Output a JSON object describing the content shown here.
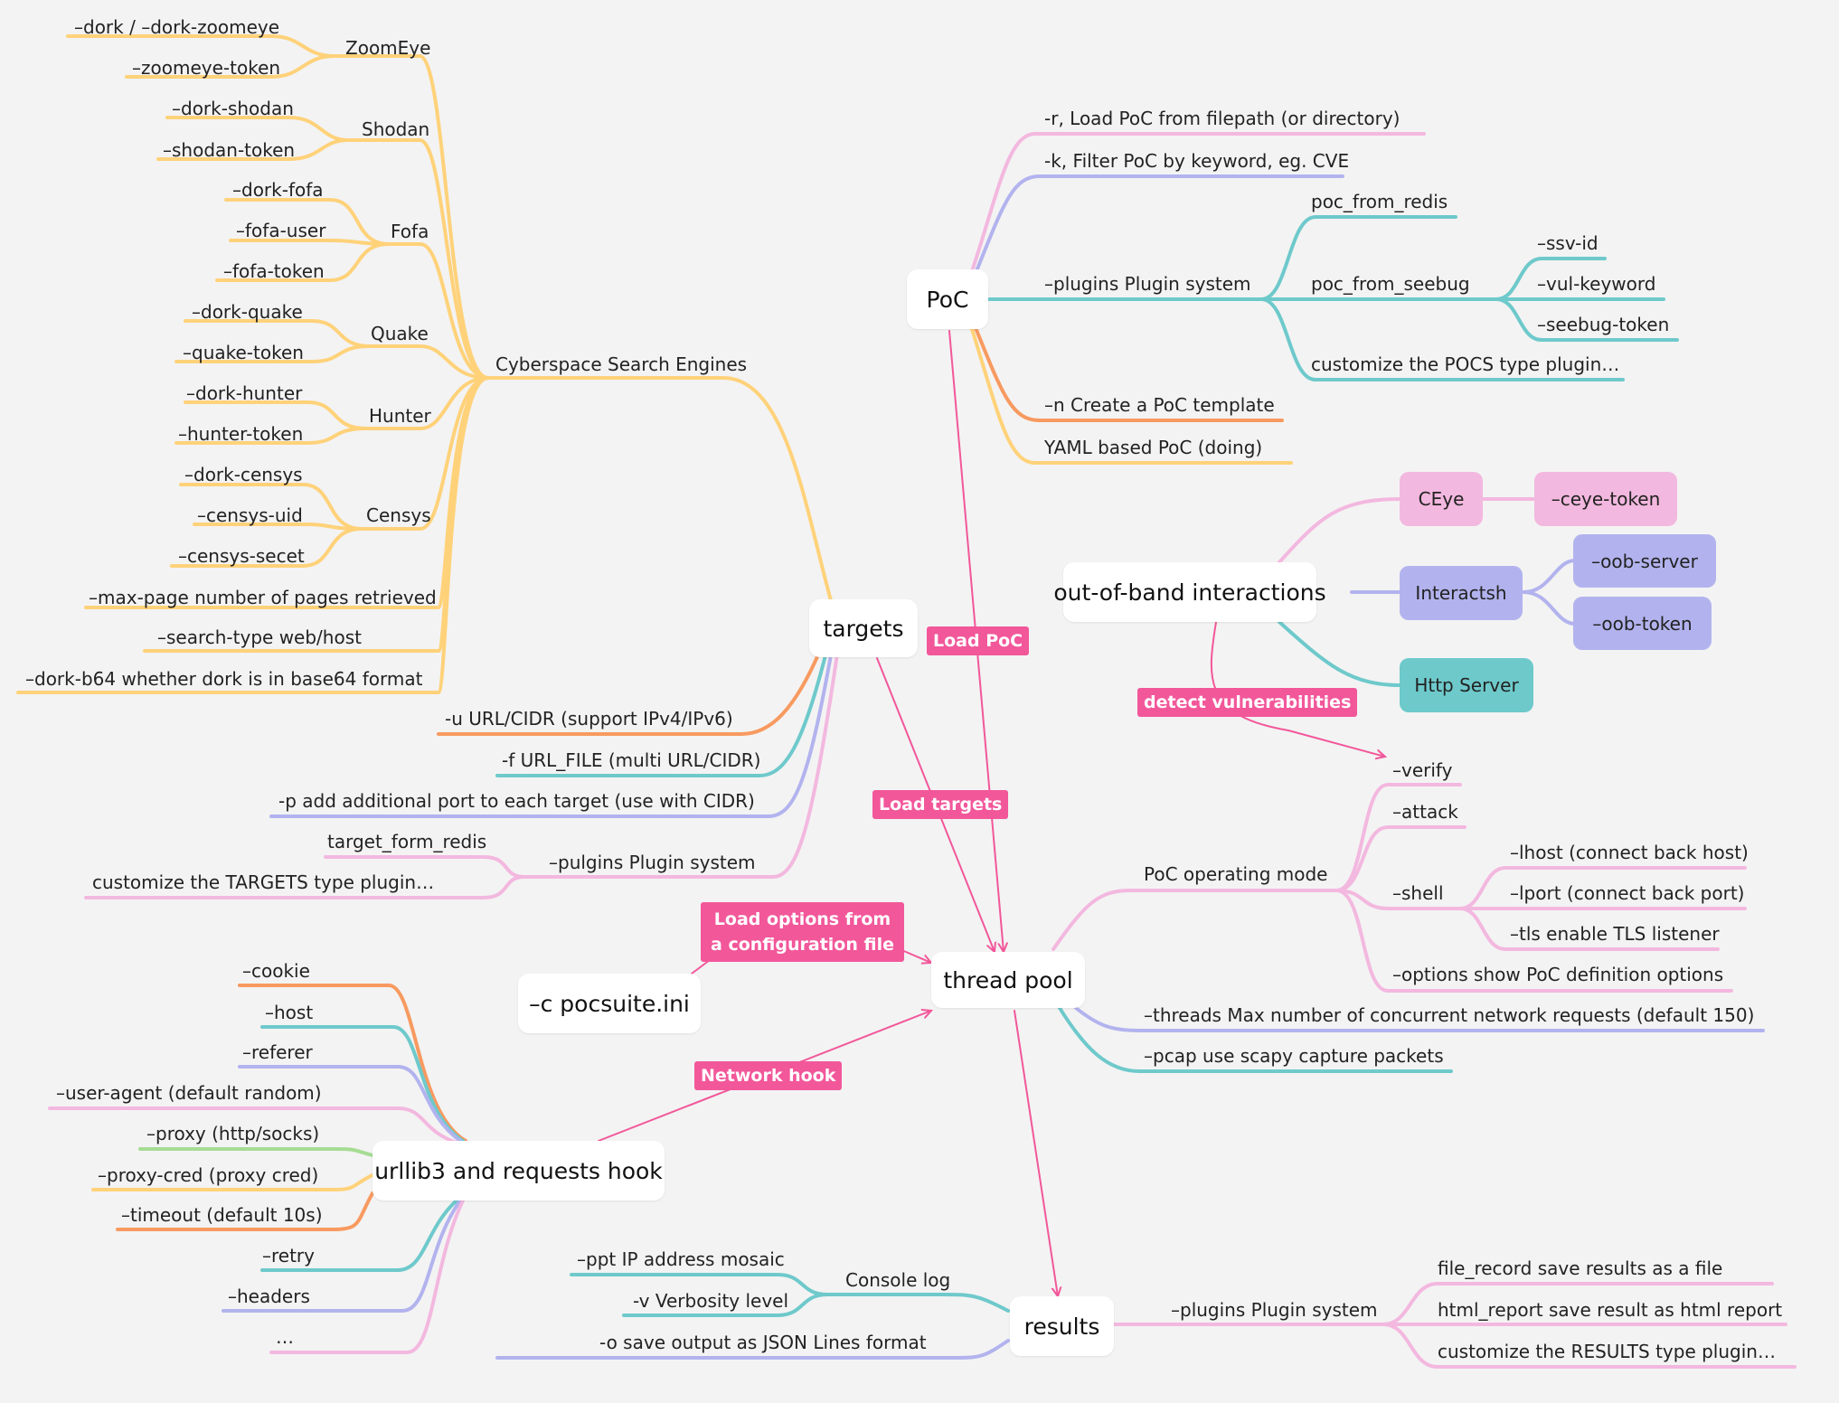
{
  "colors": {
    "yellow": "#ffd27a",
    "orange": "#f89a60",
    "teal": "#6ec9cb",
    "lavender": "#b2b3ee",
    "pink": "#f3b8df",
    "green": "#a6dc94",
    "hot_pink": "#f2579a",
    "background": "#f3f3f3"
  },
  "nodes": {
    "targets": "targets",
    "poc": "PoC",
    "thread_pool": "thread pool",
    "results": "results",
    "oob": "out-of-band interactions",
    "config": "–c pocsuite.ini",
    "hook": "urllib3 and requests hook"
  },
  "edges": {
    "load_poc": "Load PoC",
    "load_targets": "Load targets",
    "load_options": "Load options from a configuration file",
    "network_hook": "Network hook",
    "detect_vuln": "detect vulnerabilities"
  },
  "targets": {
    "search_engines": "Cyberspace Search Engines",
    "zoomeye": {
      "name": "ZoomEye",
      "opts": [
        "–dork / –dork-zoomeye",
        "–zoomeye-token"
      ]
    },
    "shodan": {
      "name": "Shodan",
      "opts": [
        "–dork-shodan",
        "–shodan-token"
      ]
    },
    "fofa": {
      "name": "Fofa",
      "opts": [
        "–dork-fofa",
        "–fofa-user",
        "–fofa-token"
      ]
    },
    "quake": {
      "name": "Quake",
      "opts": [
        "–dork-quake",
        "–quake-token"
      ]
    },
    "hunter": {
      "name": "Hunter",
      "opts": [
        "–dork-hunter",
        "–hunter-token"
      ]
    },
    "censys": {
      "name": "Censys",
      "opts": [
        "–dork-censys",
        "–censys-uid",
        "–censys-secet"
      ]
    },
    "max_page": "–max-page number of pages retrieved",
    "search_type": "–search-type web/host",
    "dork_b64": "–dork-b64 whether dork is in base64 format",
    "url": "-u URL/CIDR (support IPv4/IPv6)",
    "file": "-f URL_FILE (multi URL/CIDR)",
    "port": "-p add additional port to each target (use with CIDR)",
    "plugins": "–pulgins Plugin system",
    "redis": "target_form_redis",
    "custom": "customize the TARGETS type plugin…"
  },
  "poc": {
    "r": "-r,  Load PoC from filepath (or  directory)",
    "k": "-k,  Filter PoC by keyword, eg. CVE",
    "plugins": "–plugins Plugin system",
    "redis": "poc_from_redis",
    "seebug": "poc_from_seebug",
    "ssv": "–ssv-id",
    "vul_kw": "–vul-keyword",
    "seebug_token": "–seebug-token",
    "custom": "customize the POCS type plugin…",
    "n": "–n  Create a PoC template",
    "yaml": "YAML based PoC  (doing)"
  },
  "oob": {
    "ceye": "CEye",
    "ceye_token": "–ceye-token",
    "interactsh": "Interactsh",
    "oob_server": "–oob-server",
    "oob_token": "–oob-token",
    "http": "Http Server"
  },
  "thread": {
    "mode": "PoC operating mode",
    "verify": "–verify",
    "attack": "–attack",
    "shell": "–shell",
    "lhost": "–lhost (connect back host)",
    "lport": "–lport (connect back port)",
    "tls": "–tls enable TLS listener",
    "options": "–options show PoC definition options",
    "threads": "–threads Max number of concurrent network requests (default 150)",
    "pcap": "–pcap use scapy capture packets"
  },
  "hook": {
    "cookie": "–cookie",
    "host": "–host",
    "referer": "–referer",
    "ua": "–user-agent (default random)",
    "proxy": "–proxy (http/socks)",
    "proxy_cred": "–proxy-cred (proxy cred)",
    "timeout": "–timeout (default 10s)",
    "retry": "–retry",
    "headers": "–headers",
    "more": "…"
  },
  "results": {
    "console": "Console log",
    "ppt": "–ppt IP address mosaic",
    "v": "-v Verbosity level",
    "o": "-o save output as  JSON Lines format",
    "plugins": "–plugins Plugin system",
    "file": "file_record save results  as a file",
    "html": "html_report  save result  as html report",
    "custom": "customize the RESULTS type plugin…"
  }
}
